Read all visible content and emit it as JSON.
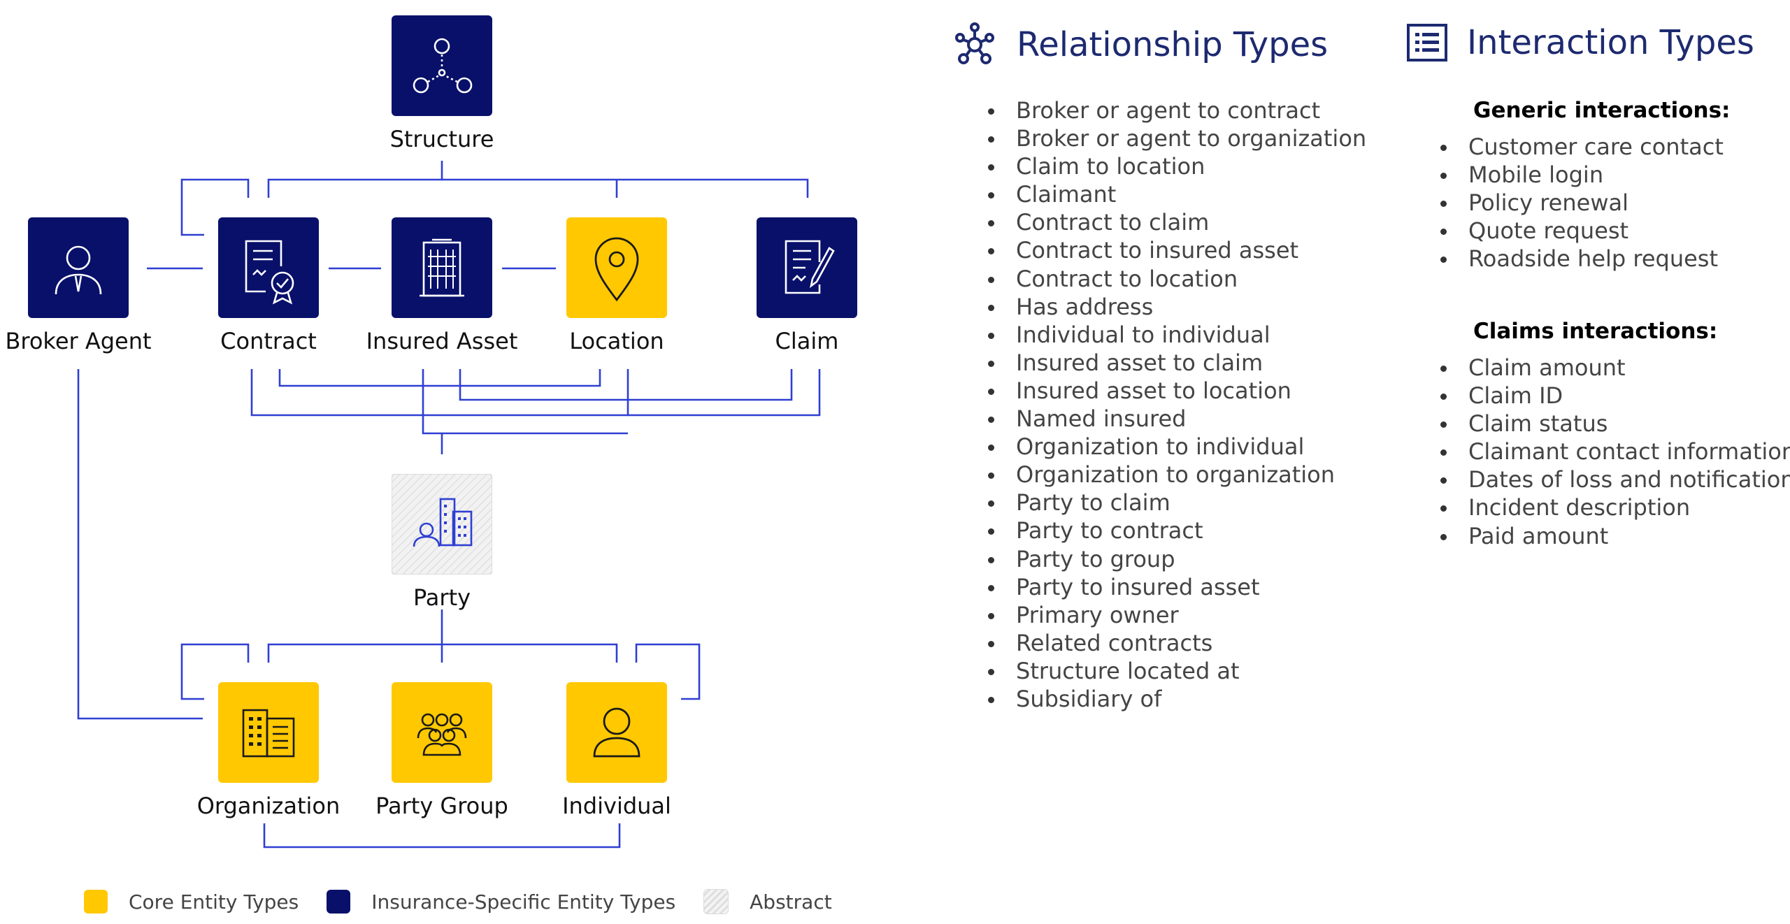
{
  "colors": {
    "core": "#ffc800",
    "insurance": "#08106a",
    "abstract": "#ececec",
    "connector": "#2f3fd2",
    "title": "#1d2a70"
  },
  "entities": {
    "structure": {
      "label": "Structure",
      "kind": "insurance",
      "icon": "structure-icon"
    },
    "broker_agent": {
      "label": "Broker Agent",
      "kind": "insurance",
      "icon": "person-tie-icon"
    },
    "contract": {
      "label": "Contract",
      "kind": "insurance",
      "icon": "certificate-icon"
    },
    "insured_asset": {
      "label": "Insured Asset",
      "kind": "insurance",
      "icon": "building-icon"
    },
    "location": {
      "label": "Location",
      "kind": "core",
      "icon": "map-pin-icon"
    },
    "claim": {
      "label": "Claim",
      "kind": "insurance",
      "icon": "document-pen-icon"
    },
    "party": {
      "label": "Party",
      "kind": "abstract",
      "icon": "person-building-icon"
    },
    "organization": {
      "label": "Organization",
      "kind": "core",
      "icon": "office-building-icon"
    },
    "party_group": {
      "label": "Party Group",
      "kind": "core",
      "icon": "group-icon"
    },
    "individual": {
      "label": "Individual",
      "kind": "core",
      "icon": "person-icon"
    }
  },
  "legend": [
    {
      "label": "Core Entity Types",
      "color": "#ffc800"
    },
    {
      "label": "Insurance-Specific Entity Types",
      "color": "#08106a"
    },
    {
      "label": "Abstract",
      "color": "#ececec"
    }
  ],
  "relationships": {
    "title": "Relationship Types",
    "icon": "network-icon",
    "items": [
      "Broker or agent to contract",
      "Broker or agent to organization",
      "Claim to location",
      "Claimant",
      "Contract to claim",
      "Contract to insured asset",
      "Contract to location",
      "Has address",
      "Individual to individual",
      "Insured asset to claim",
      "Insured asset to location",
      "Named insured",
      "Organization to individual",
      "Organization to organization",
      "Party to claim",
      "Party to contract",
      "Party to group",
      "Party to insured asset",
      "Primary owner",
      "Related contracts",
      "Structure located at",
      "Subsidiary of"
    ]
  },
  "interactions": {
    "title": "Interaction Types",
    "icon": "list-icon",
    "generic": {
      "heading": "Generic interactions:",
      "items": [
        "Customer care contact",
        "Mobile login",
        "Policy renewal",
        "Quote request",
        "Roadside help request"
      ]
    },
    "claims": {
      "heading": "Claims interactions:",
      "items": [
        "Claim amount",
        "Claim ID",
        "Claim status",
        "Claimant contact information",
        "Dates of loss and notification",
        "Incident description",
        "Paid amount"
      ]
    }
  }
}
